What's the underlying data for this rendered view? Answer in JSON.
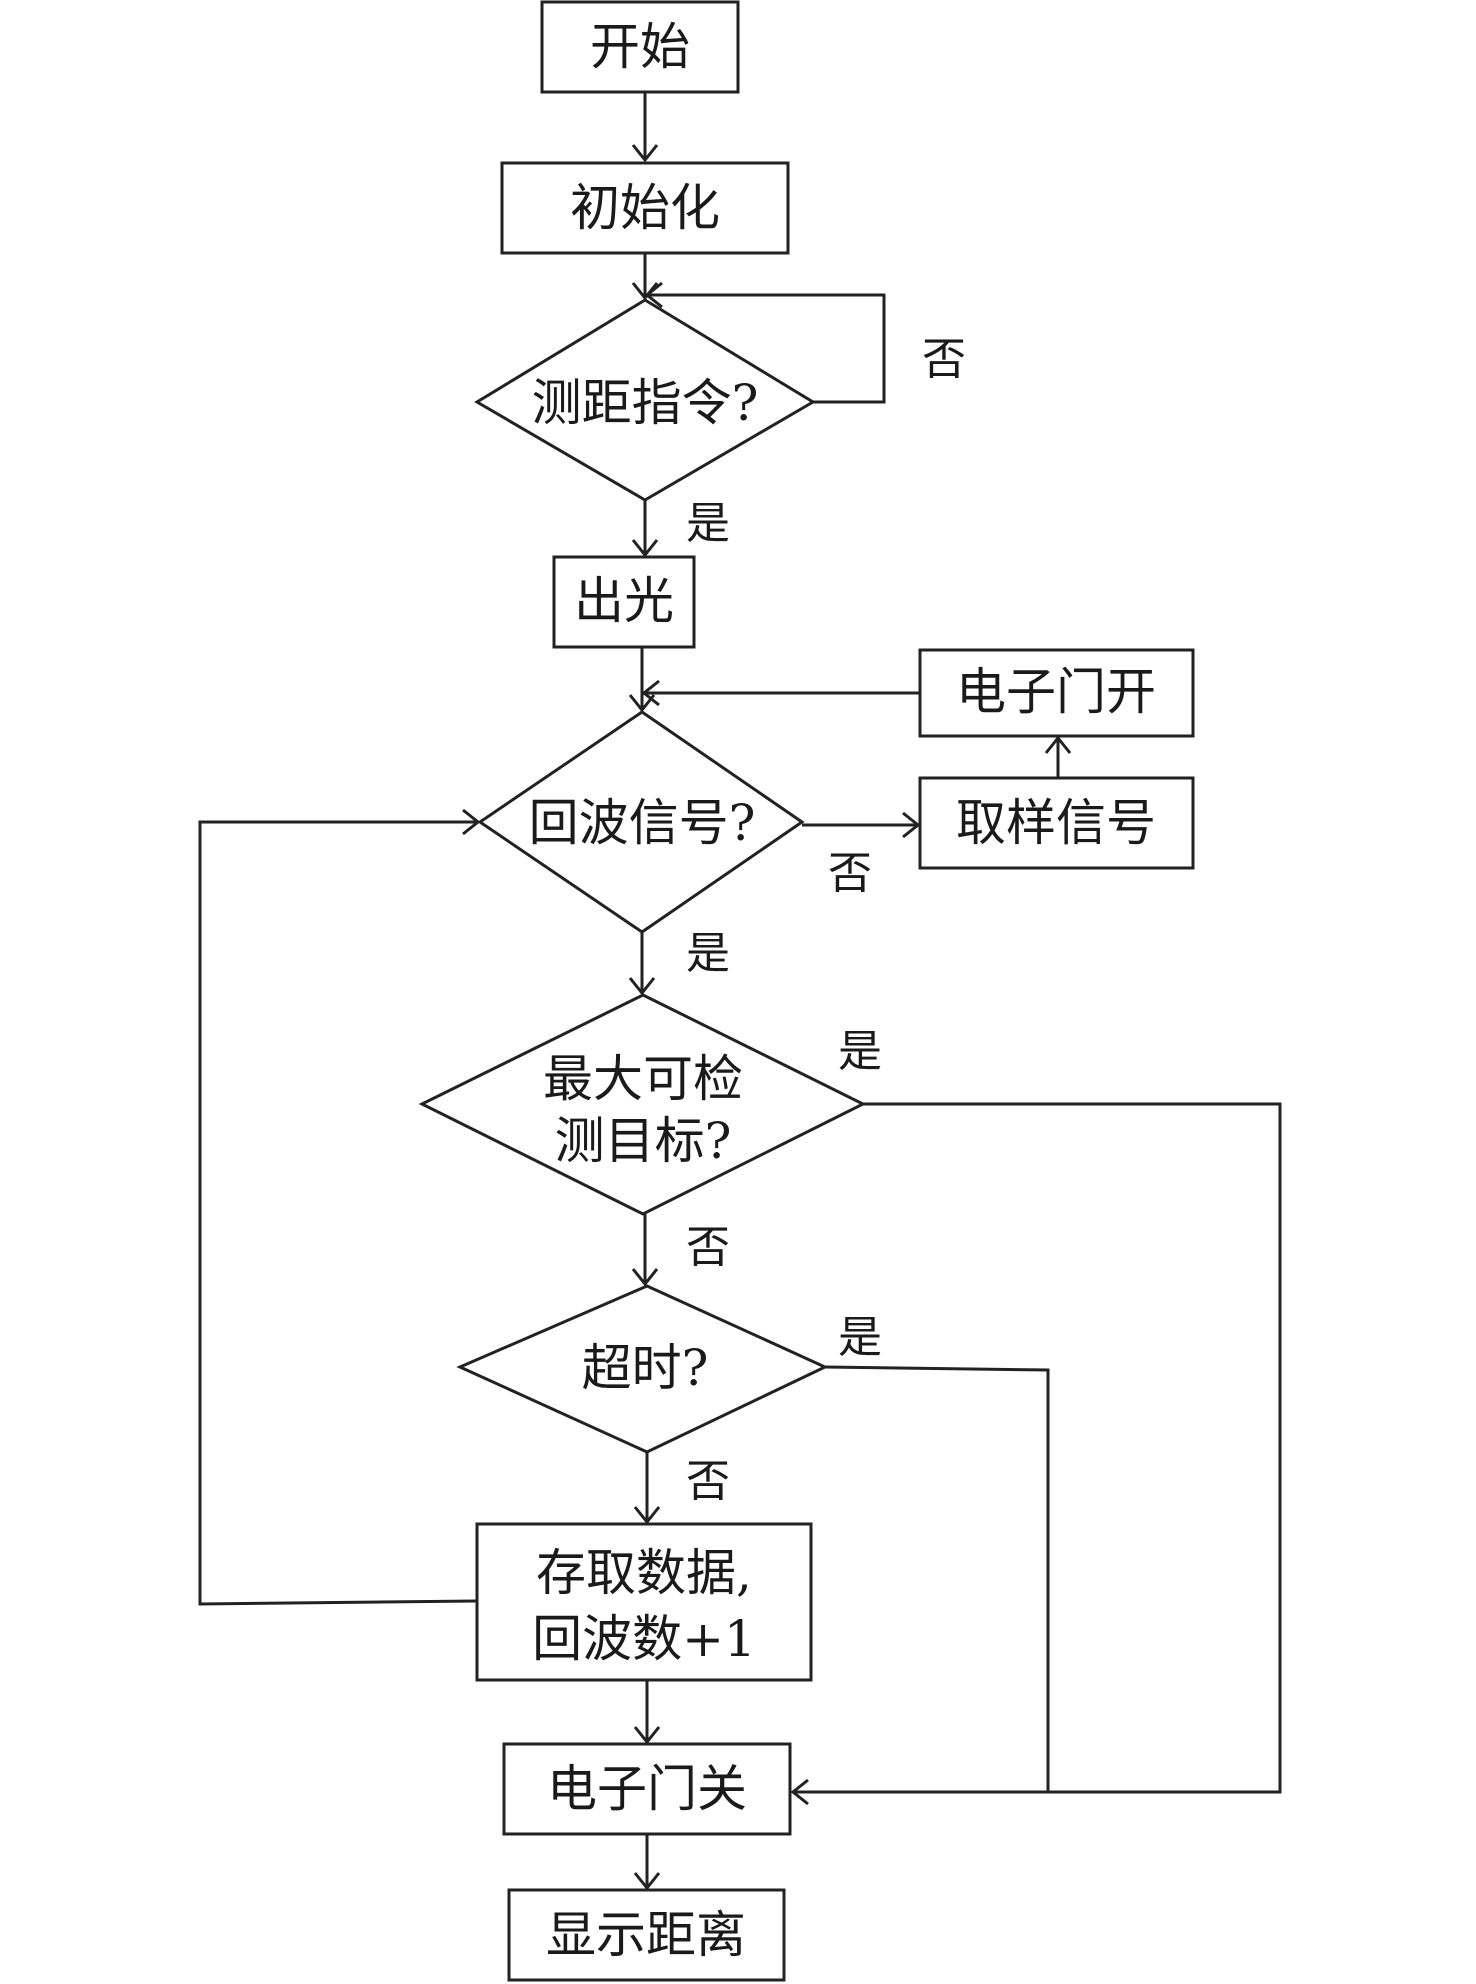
{
  "nodes": {
    "start": "开始",
    "init": "初始化",
    "range_cmd": "测距指令?",
    "emit_light": "出光",
    "gate_open": "电子门开",
    "echo_signal": "回波信号?",
    "sample_signal": "取样信号",
    "max_target_line1": "最大可检",
    "max_target_line2": "测目标?",
    "timeout": "超时?",
    "store_line1": "存取数据,",
    "store_line2": "回波数+1",
    "gate_close": "电子门关",
    "show_distance": "显示距离"
  },
  "edge_labels": {
    "range_cmd_no": "否",
    "range_cmd_yes": "是",
    "echo_no": "否",
    "echo_yes": "是",
    "max_target_yes": "是",
    "max_target_no": "否",
    "timeout_yes": "是",
    "timeout_no": "否"
  }
}
